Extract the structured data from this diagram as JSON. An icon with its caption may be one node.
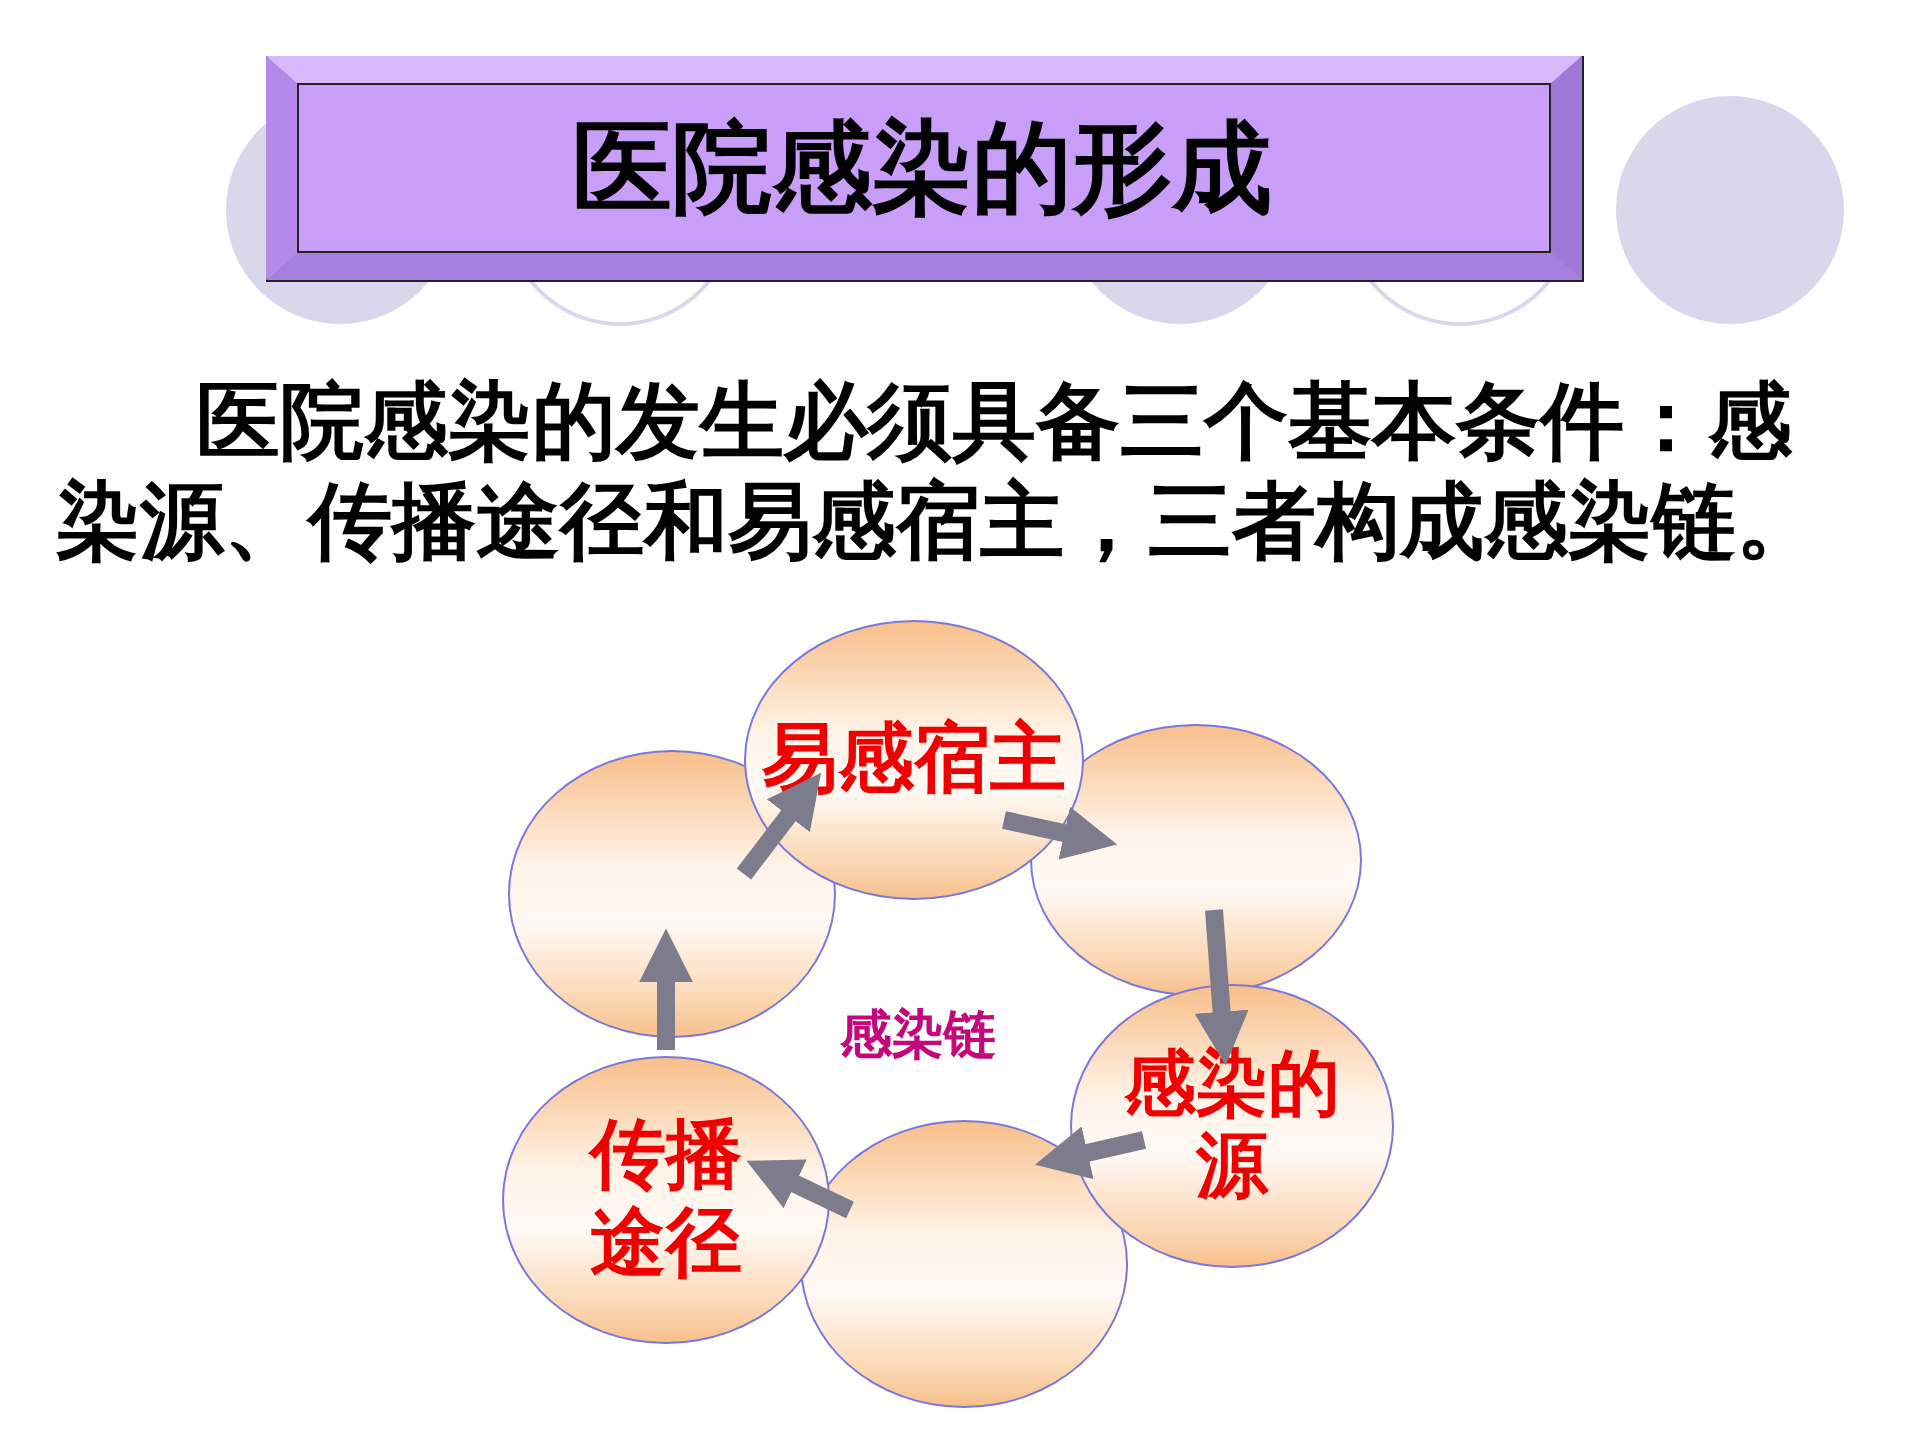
{
  "diagram": {
    "title": "医院感染的形成",
    "nodes": [
      {
        "text": [
          "易感宿主"
        ]
      },
      {
        "text": [],
        "shape": "circle"
      },
      {
        "text": [
          "感染的源"
        ]
      },
      {
        "text": [],
        "shape": "circle"
      },
      {
        "text": [
          "传播途径"
        ]
      },
      {
        "text": [],
        "shape": "circle"
      }
    ],
    "edges": [
      {
        "from": 0,
        "to": 1,
        "arrow": "to"
      },
      {
        "from": 1,
        "to": 2,
        "arrow": "to"
      },
      {
        "from": 2,
        "to": 3,
        "arrow": "to"
      },
      {
        "from": 3,
        "to": 4,
        "arrow": "to"
      },
      {
        "from": 4,
        "to": 5,
        "arrow": "to"
      },
      {
        "from": 5,
        "to": 0,
        "arrow": "to"
      }
    ],
    "labels": [
      "医院感染的发生必须具备三个基本条件：**感染源、传播途径和易感宿主**，三者构成感染链。",
      "感染链"
    ]
  }
}
